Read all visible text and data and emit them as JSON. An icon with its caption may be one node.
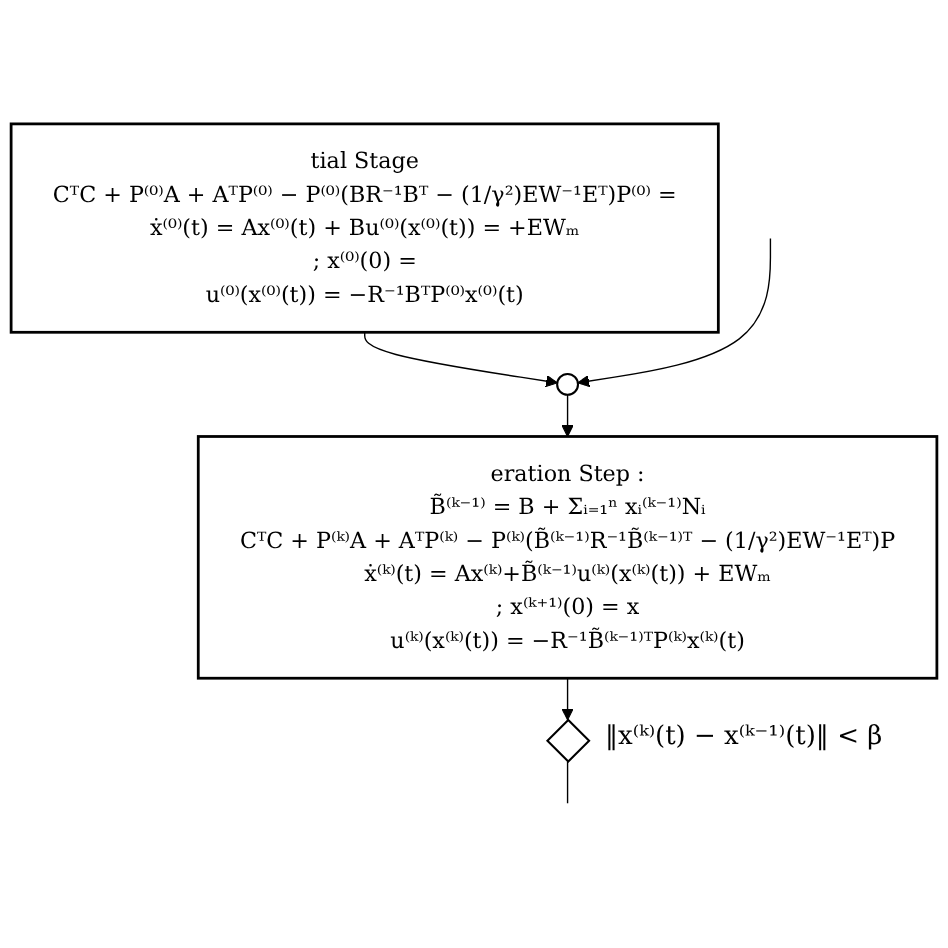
{
  "diagram": {
    "nodes": [
      {
        "text": [
          "tial Stage",
          "CᵀC + P⁽⁰⁾A + AᵀP⁽⁰⁾ − P⁽⁰⁾(BR⁻¹Bᵀ − (1/γ²)EW⁻¹Eᵀ)P⁽⁰⁾ =",
          "ẋ⁽⁰⁾(t) = Ax⁽⁰⁾(t) + Bu⁽⁰⁾(x⁽⁰⁾(t)) = +EWₘ",
          "; x⁽⁰⁾(0) =",
          "u⁽⁰⁾(x⁽⁰⁾(t)) = −R⁻¹BᵀP⁽⁰⁾x⁽⁰⁾(t)"
        ]
      },
      {
        "text": [],
        "shape": "circle"
      },
      {
        "text": [
          "eration Step :",
          "B̃⁽ᵏ⁻¹⁾ = B + Σᵢ₌₁ⁿ xᵢ⁽ᵏ⁻¹⁾Nᵢ",
          "CᵀC + P⁽ᵏ⁾A + AᵀP⁽ᵏ⁾ − P⁽ᵏ⁾(B̃⁽ᵏ⁻¹⁾R⁻¹B̃⁽ᵏ⁻¹⁾ᵀ − (1/γ²)EW⁻¹Eᵀ)P",
          "ẋ⁽ᵏ⁾(t) = Ax⁽ᵏ⁾+B̃⁽ᵏ⁻¹⁾u⁽ᵏ⁾(x⁽ᵏ⁾(t)) + EWₘ",
          "; x⁽ᵏ⁺¹⁾(0) = x",
          "u⁽ᵏ⁾(x⁽ᵏ⁾(t)) = −R⁻¹B̃⁽ᵏ⁻¹⁾ᵀP⁽ᵏ⁾x⁽ᵏ⁾(t)"
        ]
      },
      {
        "text": [],
        "shape": "diamond",
        "beside": [
          "‖x⁽ᵏ⁾(t) − x⁽ᵏ⁻¹⁾(t)‖ < β"
        ]
      }
    ],
    "edges": [
      {
        "from": 0,
        "to": 1,
        "arrow": "to"
      },
      {
        "from": null,
        "to": 1,
        "arrow": "to"
      },
      {
        "from": 1,
        "to": 2,
        "arrow": "to"
      },
      {
        "from": 2,
        "to": 3,
        "arrow": "to"
      },
      {
        "from": 3,
        "to": null,
        "arrow": "none"
      }
    ]
  }
}
